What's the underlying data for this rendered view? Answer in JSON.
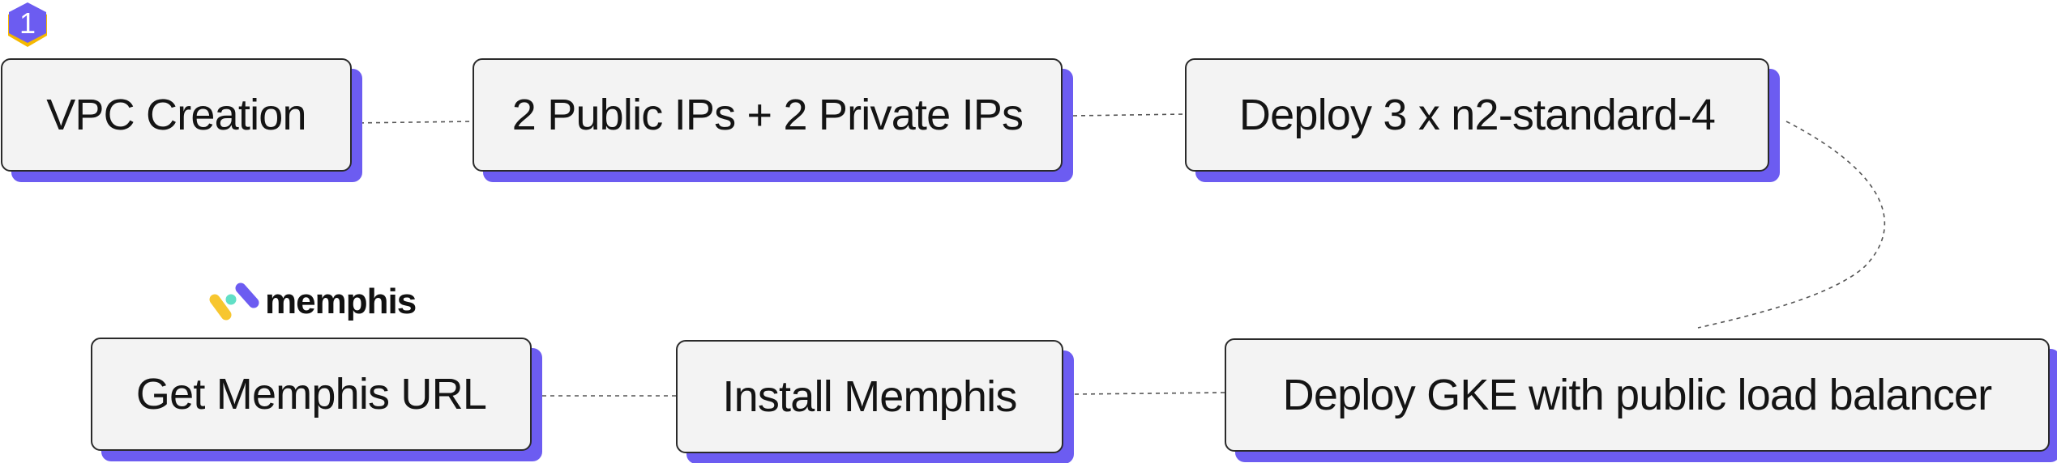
{
  "diagram": {
    "badge_number": "1",
    "brand": {
      "name": "memphis"
    },
    "steps": [
      {
        "label": "VPC Creation"
      },
      {
        "label": "2 Public IPs + 2 Private IPs"
      },
      {
        "label": "Deploy 3 x n2-standard-4"
      },
      {
        "label": "Deploy GKE with public load balancer"
      },
      {
        "label": "Install Memphis"
      },
      {
        "label": "Get Memphis URL"
      }
    ],
    "flow_order": [
      "VPC Creation",
      "2 Public IPs + 2 Private IPs",
      "Deploy 3 x n2-standard-4",
      "Deploy GKE with public load balancer",
      "Install Memphis",
      "Get Memphis URL"
    ],
    "colors": {
      "box_fill": "#f3f3f3",
      "box_border": "#2a2a2a",
      "shadow_accent": "#6c5cf1",
      "badge_fill": "#6c5cf1",
      "badge_edge": "#f5b800",
      "connector": "#555555",
      "logo_yellow": "#f7c62f",
      "logo_teal": "#61dfc6",
      "logo_purple": "#6c5cf1"
    },
    "icons": {
      "badge": "step-number-hexagon-icon",
      "logo": "memphis-logo-icon"
    }
  }
}
